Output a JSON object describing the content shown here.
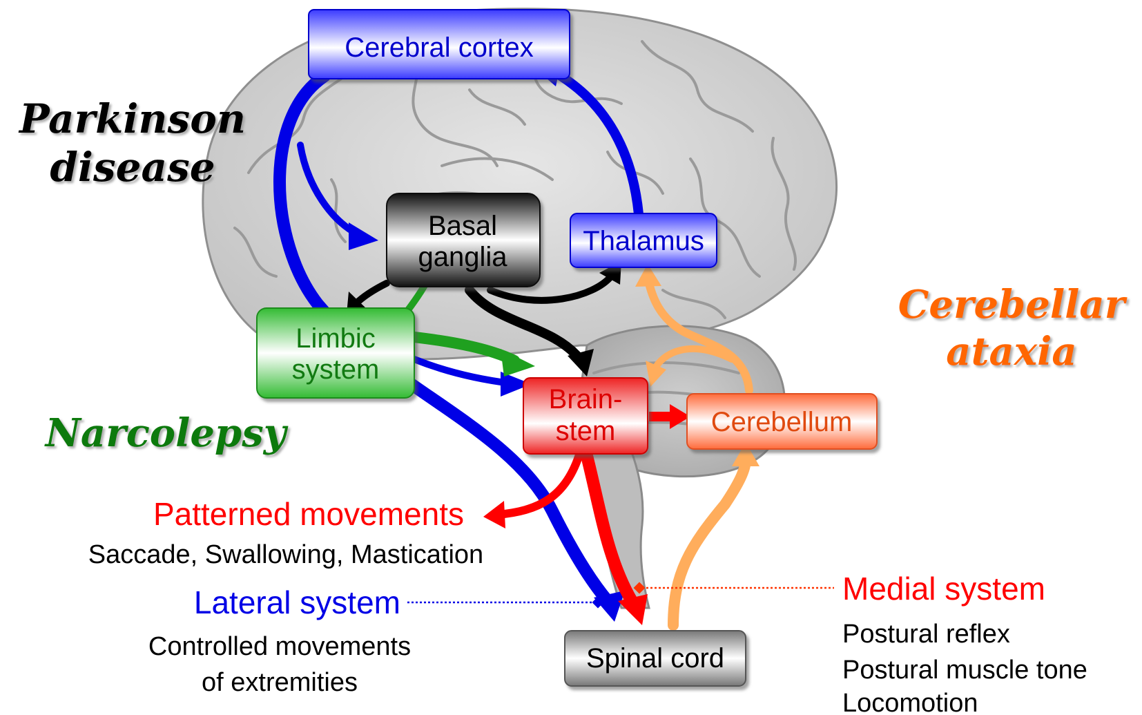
{
  "boxes": {
    "cerebral_cortex": "Cerebral cortex",
    "basal_ganglia": [
      "Basal",
      "ganglia"
    ],
    "thalamus": "Thalamus",
    "limbic_system": [
      "Limbic",
      "system"
    ],
    "brainstem": [
      "Brain-",
      "stem"
    ],
    "cerebellum": "Cerebellum",
    "spinal_cord": "Spinal cord"
  },
  "diseases": {
    "parkinson": [
      "Parkinson",
      "disease"
    ],
    "cerebellar": [
      "Cerebellar",
      "ataxia"
    ],
    "narcolepsy": "Narcolepsy"
  },
  "labels": {
    "patterned_title": "Patterned movements",
    "patterned_detail": "Saccade, Swallowing, Mastication",
    "lateral_title": "Lateral system",
    "lateral_detail": [
      "Controlled movements",
      "of extremities"
    ],
    "medial_title": "Medial system",
    "medial_detail": [
      "Postural reflex",
      "Postural muscle tone",
      "Locomotion"
    ]
  },
  "colors": {
    "blue": "#0000e6",
    "red": "#ff0000",
    "green": "#1fa01f",
    "orange_light": "#ffad5c",
    "orange_text": "#ff6600",
    "dark_green_text": "#117a11",
    "black": "#000000"
  }
}
